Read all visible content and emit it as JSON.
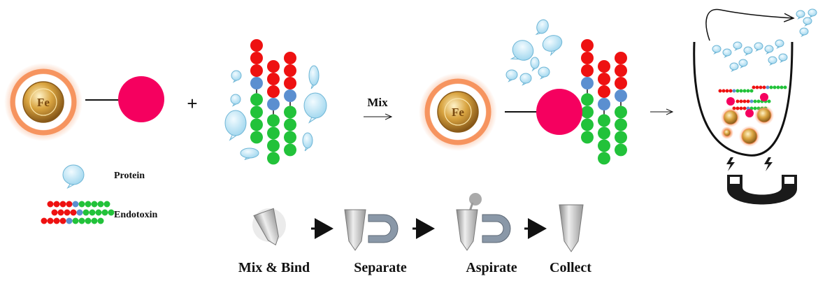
{
  "bead": {
    "symbol": "Fe"
  },
  "operators": {
    "plus": "+",
    "mix": "Mix"
  },
  "legend": {
    "protein": "Protein",
    "endotoxin": "Endotoxin"
  },
  "steps": [
    {
      "label": "Mix & Bind"
    },
    {
      "label": "Separate"
    },
    {
      "label": "Aspirate"
    },
    {
      "label": "Collect"
    }
  ],
  "colors": {
    "ligand": "#f5005f",
    "lipid": "#ee1111",
    "core": "#5b8fd0",
    "sugar": "#22c23a",
    "protein": "#bfe6f5",
    "glow": "#f6945f",
    "gold": "#c98f2c"
  }
}
